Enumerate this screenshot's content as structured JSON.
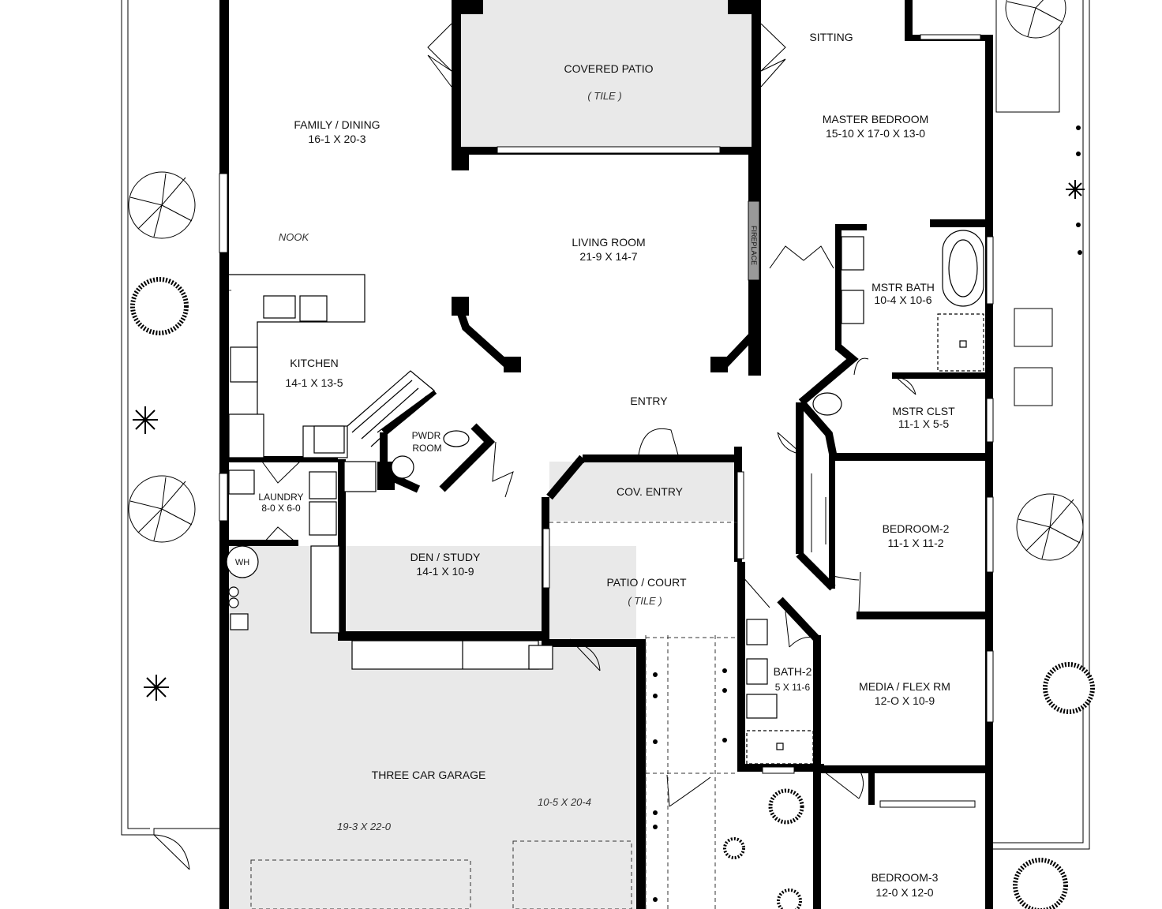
{
  "colors": {
    "wall": "#000000",
    "tile_floor": "#e9e9e9",
    "background": "#ffffff"
  },
  "rooms": {
    "covered_patio": {
      "name": "COVERED PATIO",
      "note": "( TILE )"
    },
    "sitting": {
      "name": "SITTING"
    },
    "master_bedroom": {
      "name": "MASTER BEDROOM",
      "dims": "15-10 X 17-0 X 13-0"
    },
    "family_dining": {
      "name": "FAMILY /  DINING",
      "dims": "16-1  X  20-3"
    },
    "nook": {
      "name": "NOOK"
    },
    "living_room": {
      "name": "LIVING ROOM",
      "dims": "21-9  X  14-7"
    },
    "fireplace": {
      "name": "FIREPLACE"
    },
    "master_bath": {
      "name": "MSTR BATH",
      "dims": "10-4 X 10-6"
    },
    "kitchen": {
      "name": "KITCHEN",
      "dims": "14-1 X 13-5"
    },
    "entry": {
      "name": "ENTRY"
    },
    "master_closet": {
      "name": "MSTR  CLST",
      "dims": "11-1  X  5-5"
    },
    "powder_room": {
      "name": "PWDR",
      "name2": "ROOM"
    },
    "cov_entry": {
      "name": "COV. ENTRY"
    },
    "laundry": {
      "name": "LAUNDRY",
      "dims": "8-0 X 6-0"
    },
    "bedroom_2": {
      "name": "BEDROOM-2",
      "dims": "11-1  X  11-2"
    },
    "den_study": {
      "name": "DEN / STUDY",
      "dims": "14-1  X  10-9"
    },
    "patio_court": {
      "name": "PATIO / COURT",
      "note": "( TILE )"
    },
    "water_heater": {
      "name": "WH"
    },
    "bath_2": {
      "name": "BATH-2",
      "dims": "5 X 11-6"
    },
    "media_flex": {
      "name": "MEDIA / FLEX RM",
      "dims": "12-O  X  10-9"
    },
    "garage": {
      "name": "THREE CAR GARAGE",
      "dims_a": "10-5 X 20-4",
      "dims_b": "19-3 X 22-0"
    },
    "bedroom_3": {
      "name": "BEDROOM-3",
      "dims": "12-0  X  12-0"
    }
  }
}
